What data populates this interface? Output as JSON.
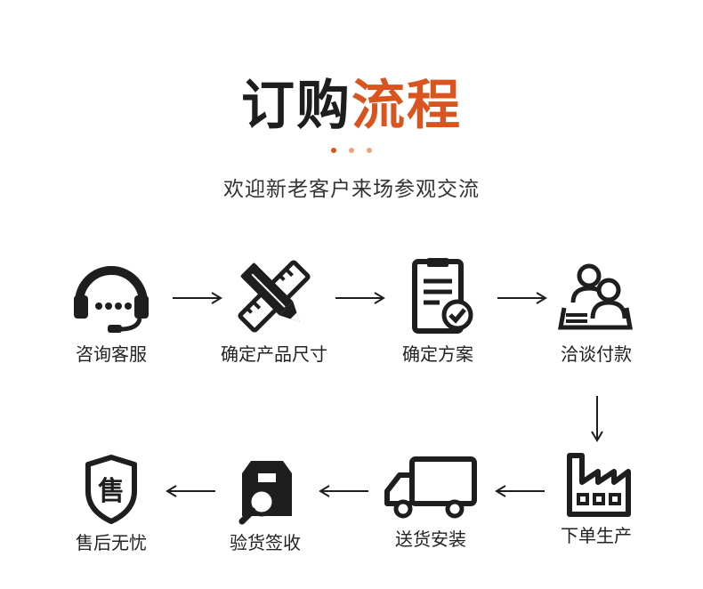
{
  "title": {
    "part1": "订购",
    "part2": "流程"
  },
  "subtitle": "欢迎新老客户来场参观交流",
  "colors": {
    "accent": "#d9541e",
    "accent_light": "#f0a27e",
    "icon": "#1e1e1e"
  },
  "steps": [
    {
      "label": "咨询客服",
      "icon": "headset-icon"
    },
    {
      "label": "确定产品尺寸",
      "icon": "pencil-ruler-icon"
    },
    {
      "label": "确定方案",
      "icon": "clipboard-check-icon"
    },
    {
      "label": "洽谈付款",
      "icon": "meeting-people-icon"
    },
    {
      "label": "下单生产",
      "icon": "factory-icon"
    },
    {
      "label": "送货安装",
      "icon": "delivery-truck-icon"
    },
    {
      "label": "验货签收",
      "icon": "box-inspect-icon"
    },
    {
      "label": "售后无忧",
      "icon": "after-sales-shield-icon",
      "badge": "售"
    }
  ]
}
